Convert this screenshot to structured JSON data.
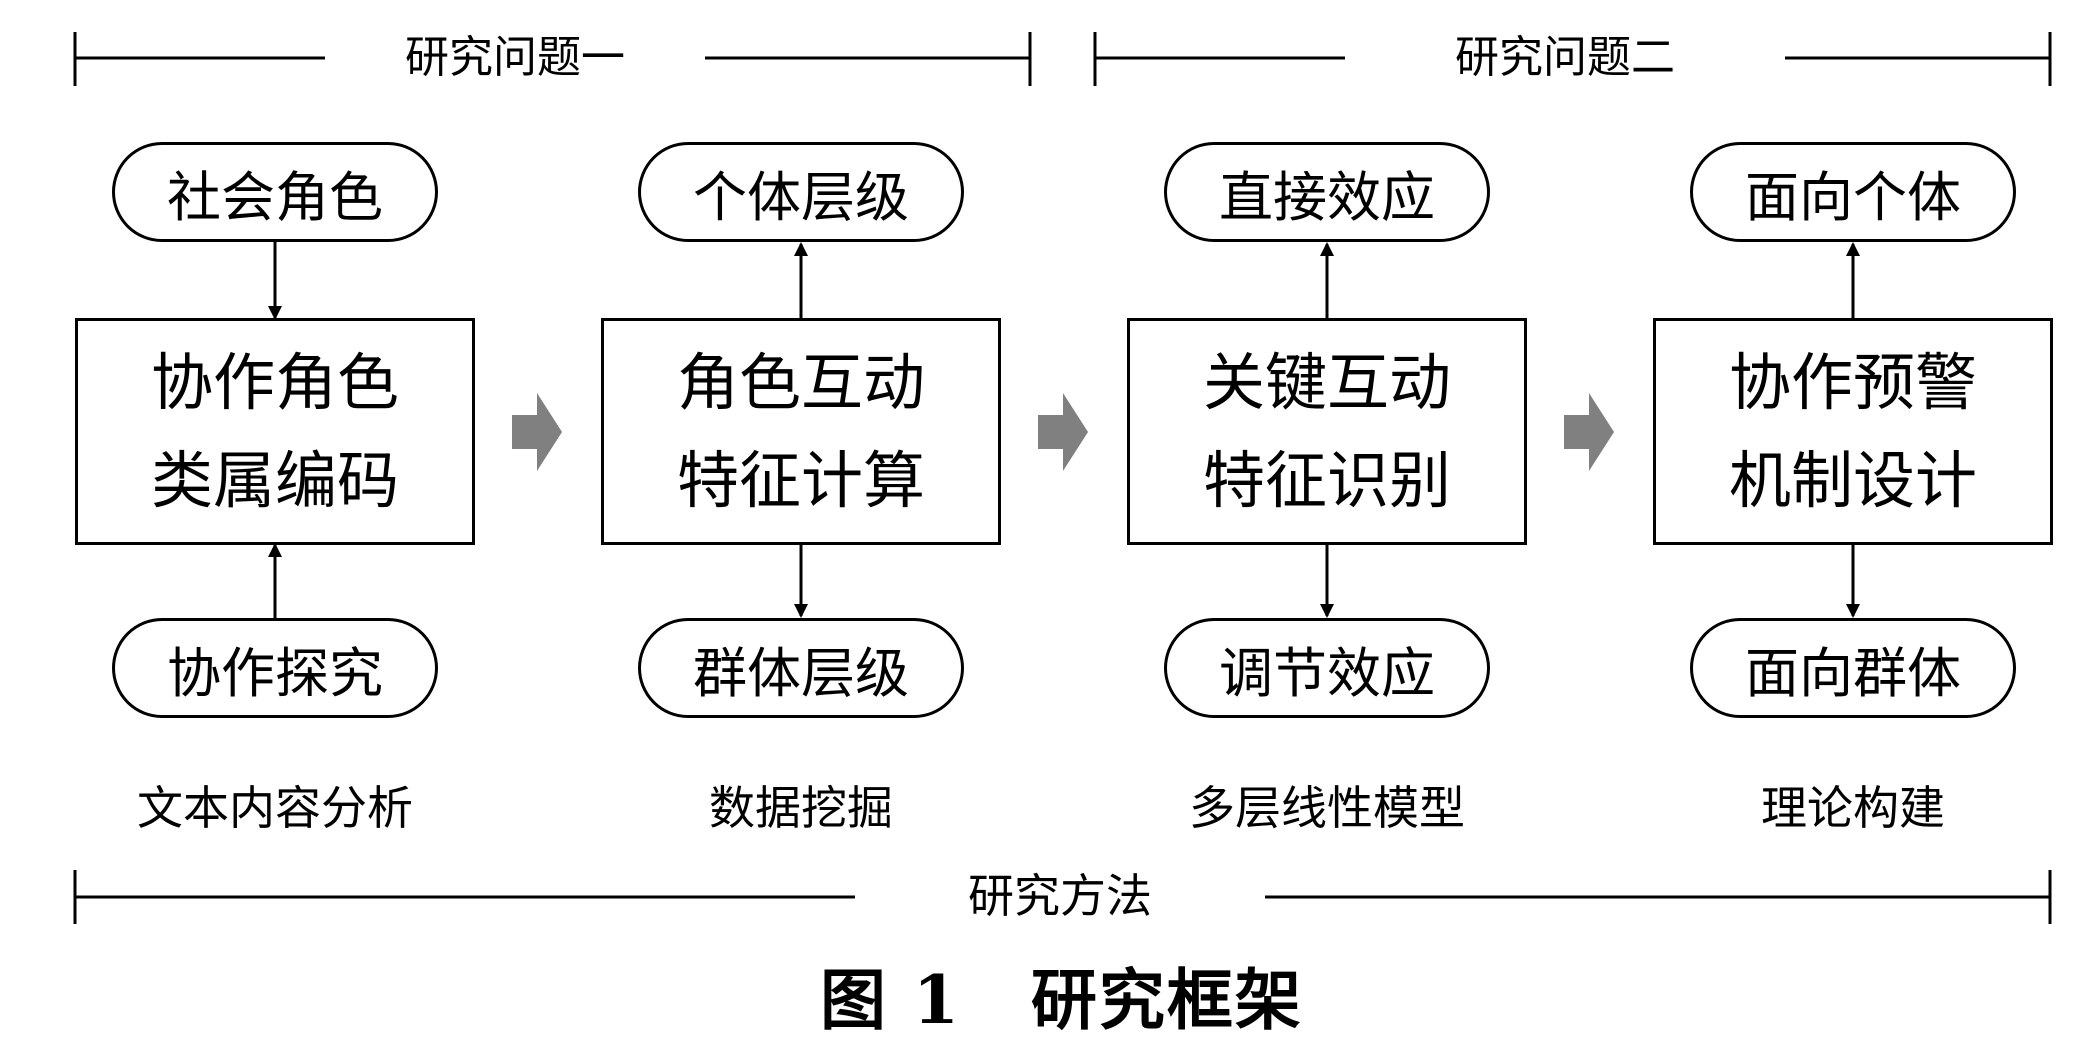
{
  "research_questions": [
    {
      "label": "研究问题一"
    },
    {
      "label": "研究问题二"
    }
  ],
  "columns": [
    {
      "top": "社会角色",
      "box_line1": "协作角色",
      "box_line2": "类属编码",
      "bottom": "协作探究",
      "method": "文本内容分析"
    },
    {
      "top": "个体层级",
      "box_line1": "角色互动",
      "box_line2": "特征计算",
      "bottom": "群体层级",
      "method": "数据挖掘"
    },
    {
      "top": "直接效应",
      "box_line1": "关键互动",
      "box_line2": "特征识别",
      "bottom": "调节效应",
      "method": "多层线性模型"
    },
    {
      "top": "面向个体",
      "box_line1": "协作预警",
      "box_line2": "机制设计",
      "bottom": "面向群体",
      "method": "理论构建"
    }
  ],
  "methods_bracket": {
    "label": "研究方法"
  },
  "caption": {
    "figure_number": "图 1",
    "title": "研究框架"
  },
  "colors": {
    "line": "#000000",
    "flow_arrow": "#808080"
  }
}
